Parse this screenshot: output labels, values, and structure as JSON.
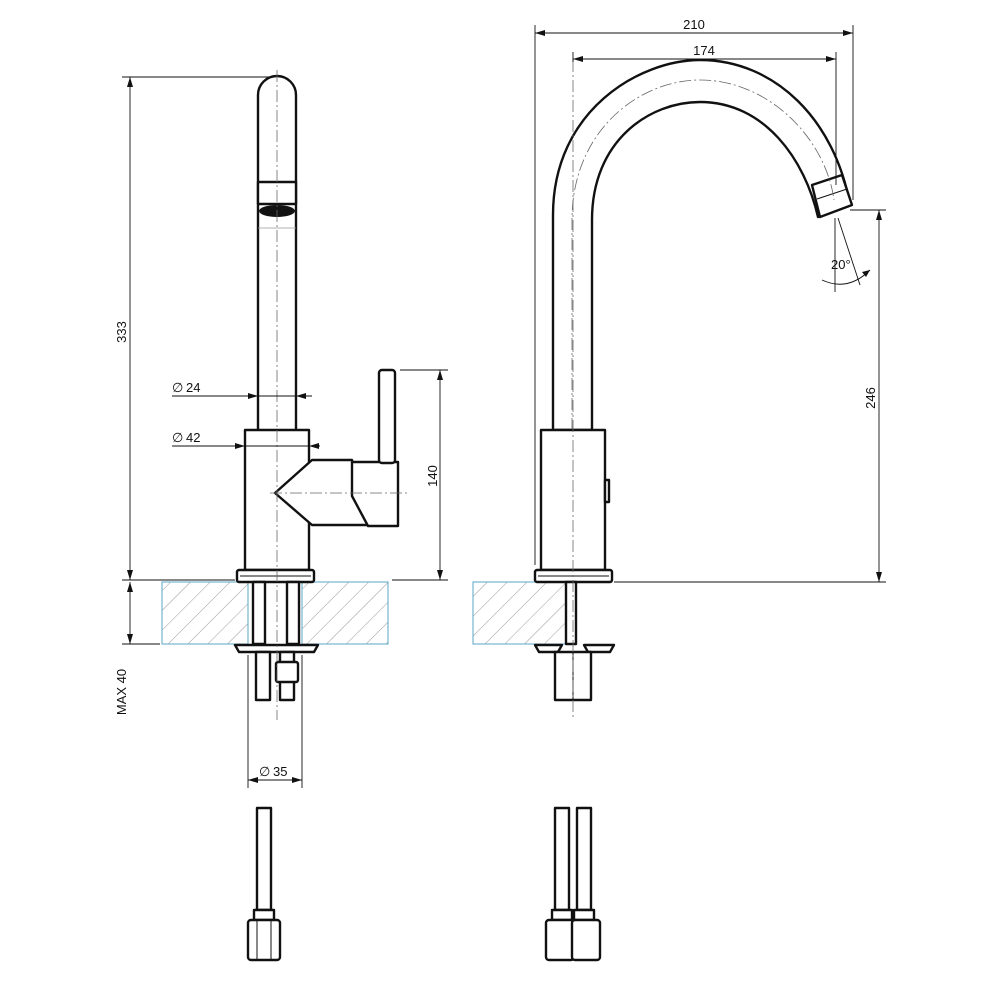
{
  "dimensions": {
    "total_height": "333",
    "spout_diameter": "24",
    "body_diameter": "42",
    "handle_height": "140",
    "counter_max": "MAX 40",
    "mount_diameter": "35",
    "overall_width": "210",
    "reach": "174",
    "outlet_height": "246",
    "outlet_angle": "20°",
    "diameter_symbol": "∅"
  },
  "colors": {
    "line": "#111111",
    "counter_outline": "#5aa6c8",
    "hatch": "#9a9a9a"
  }
}
